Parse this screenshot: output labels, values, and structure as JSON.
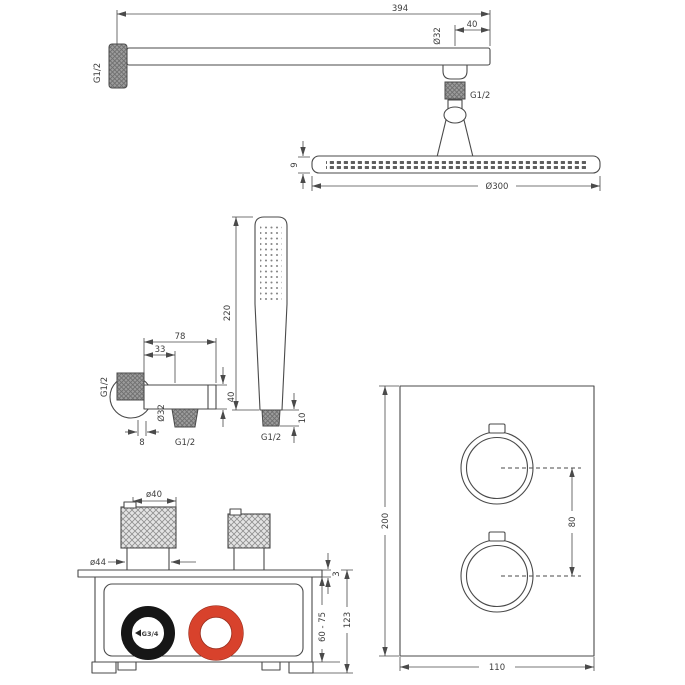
{
  "palette": {
    "line": "#4a4a4a",
    "red": "#d8422c",
    "red_outline": "#9c2c1b",
    "black": "#161616"
  },
  "drawing": {
    "arm": {
      "length": "394",
      "diameter": "Ø32",
      "end_offset": "40",
      "wall_thread": "G1/2",
      "outlet_thread": "G1/2"
    },
    "head": {
      "thickness": "9",
      "diameter": "Ø300"
    },
    "handset": {
      "length": "220",
      "tip_length": "10",
      "thread": "G1/2"
    },
    "outlet": {
      "total_width": "78",
      "inner_width": "33",
      "wall_thread": "G1/2",
      "body_height": "40",
      "flange_diameter": "Ø32",
      "flange_depth": "8",
      "outlet_thread": "G1/2"
    },
    "valve": {
      "handle_diameter": "ø40",
      "escutcheon_diameter": "ø44",
      "deck_thickness": "3",
      "install_depth": "60 - 75",
      "total_height": "123",
      "inlet_thread": "G3/4"
    },
    "trim": {
      "height": "200",
      "handle_spacing": "80",
      "width": "110"
    }
  }
}
